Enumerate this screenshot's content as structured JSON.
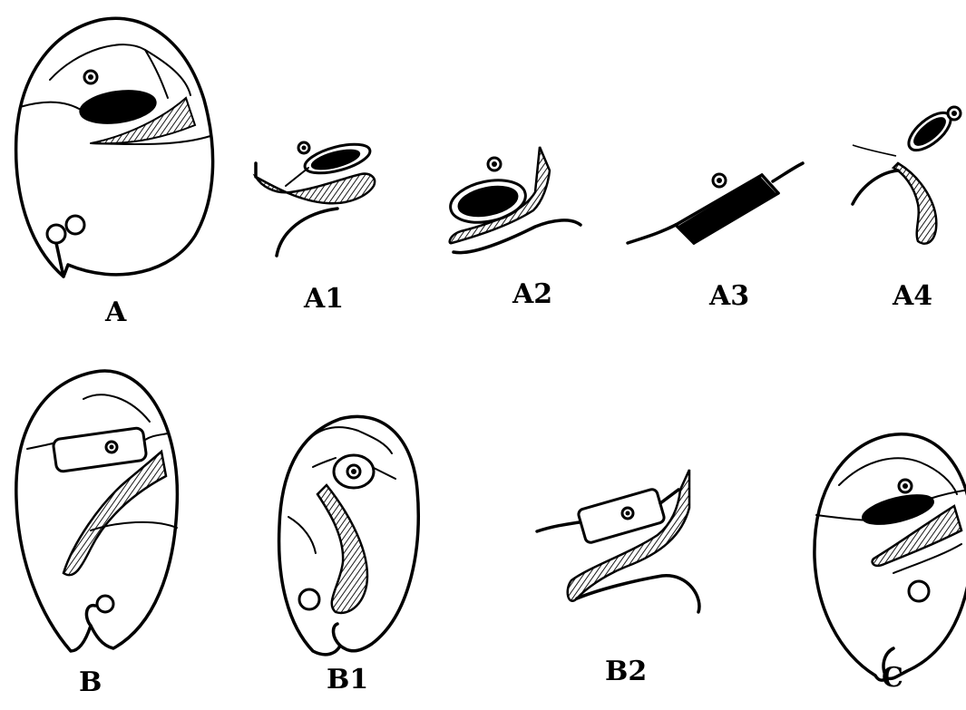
{
  "figure": {
    "labels": {
      "a": "A",
      "a1": "A1",
      "a2": "A2",
      "a3": "A3",
      "a4": "A4",
      "b": "B",
      "b1": "B1",
      "b2": "B2",
      "c": "C"
    }
  }
}
